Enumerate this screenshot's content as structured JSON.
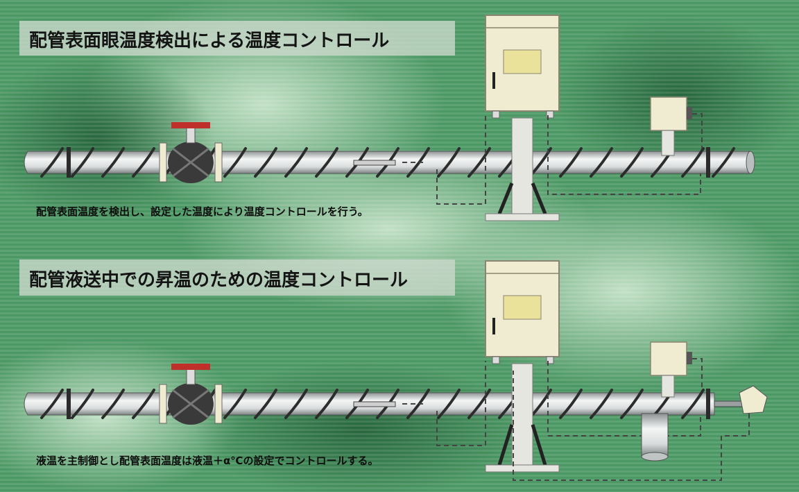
{
  "diagram": {
    "top": {
      "title": "配管表面眼温度検出による温度コントロール",
      "caption": "配管表面温度を検出し、設定した温度により温度コントロールを行う。"
    },
    "bottom": {
      "title": "配管液送中での昇温のための温度コントロール",
      "caption": "液温を主制御とし配管表面温度は液温＋α℃の設定でコントロールする。"
    }
  },
  "colors": {
    "background_green": "#3f8a57",
    "pipe_silver": "#d9dcdc",
    "heater_cable": "#2c2c2c",
    "valve_handle": "#c0302a",
    "panel_cream": "#f0ecd2",
    "window_yellow": "#eae19a",
    "dashed_wire": "#444444"
  }
}
